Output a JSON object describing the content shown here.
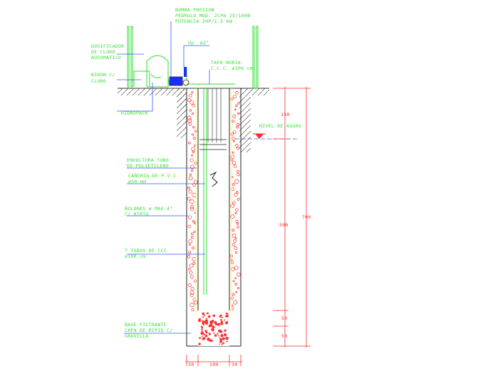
{
  "labels": {
    "pump_line1": "BOMBA PRESION",
    "pump_line2": "PEDROLO MOD. 2CPm 25/160B",
    "pump_line3": "POTENCIA 2HP/1.5 KW.",
    "dosif_line1": "DOSIFICADOR",
    "dosif_line2": "DE CLORO",
    "dosif_line3": "AUTOMATICO",
    "bidon_line1": "BIDON C/",
    "bidon_line2": "CLORO",
    "hidropack": "HIDROPACK",
    "up": "Up. ø2\"",
    "tapa_line1": "TAPA NORIA",
    "tapa_line2": "C.C.C. ø100 cm",
    "nivel": "NIVEL DE AGUAS",
    "envoltura_line1": "ENVOLTURA TUBO",
    "envoltura_line2": "DE POLIETILENO",
    "caneria_line1": "CAÑERIA DE P.V.C.",
    "caneria_line2": "ø50 mm",
    "bolones_line1": "BOLONES ø MAX.4\"",
    "bolones_line2": "C/ RIPIO",
    "tubos_line1": "7 TUBOS DE CCC",
    "tubos_line2": "ø100 cm",
    "base_line1": "BASE FILTRANTE",
    "base_line2": "CAPA DE RIPIO C/",
    "base_line3": "GRAVILLA"
  },
  "dimensions": {
    "d150": "150",
    "d500": "500",
    "d700": "700",
    "d50a": "50",
    "d50b": "50",
    "w30a": "30",
    "w100": "100",
    "w30b": "30"
  },
  "colors": {
    "label": "#33dd33",
    "dimension": "#ff2a2a",
    "leader": "#3355ff",
    "structure": "#ffffff",
    "pipe": "#ffff33"
  }
}
